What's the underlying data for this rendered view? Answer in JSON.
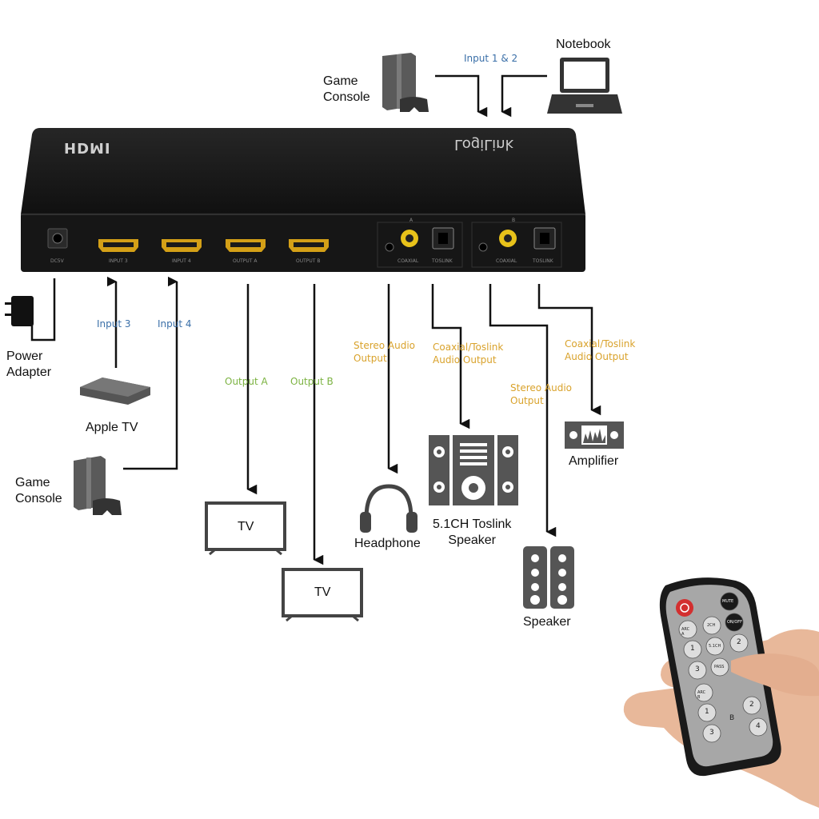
{
  "device": {
    "logo_left": "HDMI",
    "logo_right": "LogiLink",
    "ports": {
      "dcin": "DC5V",
      "input3": "INPUT 3",
      "input4": "INPUT 4",
      "outputA": "OUTPUT A",
      "outputB": "OUTPUT B",
      "groupA": "A",
      "groupB": "B",
      "coaxialA": "COAXIAL",
      "toslinkA": "TOSLINK",
      "coaxialB": "COAXIAL",
      "toslinkB": "TOSLINK"
    }
  },
  "labels": {
    "game_console_top": "Game\nConsole",
    "notebook": "Notebook",
    "input_1_2": "Input 1 & 2",
    "power_adapter": "Power\nAdapter",
    "input3": "Input 3",
    "input4": "Input 4",
    "apple_tv": "Apple TV",
    "game_console_bottom": "Game\nConsole",
    "output_a": "Output A",
    "output_b": "Output B",
    "tv1": "TV",
    "tv2": "TV",
    "stereo_audio_output_1": "Stereo Audio\nOutput",
    "coaxial_toslink_output_1": "Coaxial/Toslink\nAudio Output",
    "stereo_audio_output_2": "Stereo Audio\nOutput",
    "coaxial_toslink_output_2": "Coaxial/Toslink\nAudio Output",
    "headphone": "Headphone",
    "toslink_speaker": "5.1CH Toslink\nSpeaker",
    "amplifier": "Amplifier",
    "speaker": "Speaker"
  },
  "remote": {
    "buttons": [
      "MUTE",
      "ARC A",
      "2CH",
      "ON/OFF",
      "1",
      "5.1CH",
      "2",
      "3",
      "PASS",
      "ARC B",
      "1",
      "2",
      "3",
      "4"
    ],
    "group_label": "B"
  },
  "colors": {
    "input_label": "#3a6fa8",
    "output_label": "#7cb342",
    "audio_label": "#d9a22b",
    "device_body": "#1c1c1c",
    "hdmi_port": "#d4a017"
  }
}
